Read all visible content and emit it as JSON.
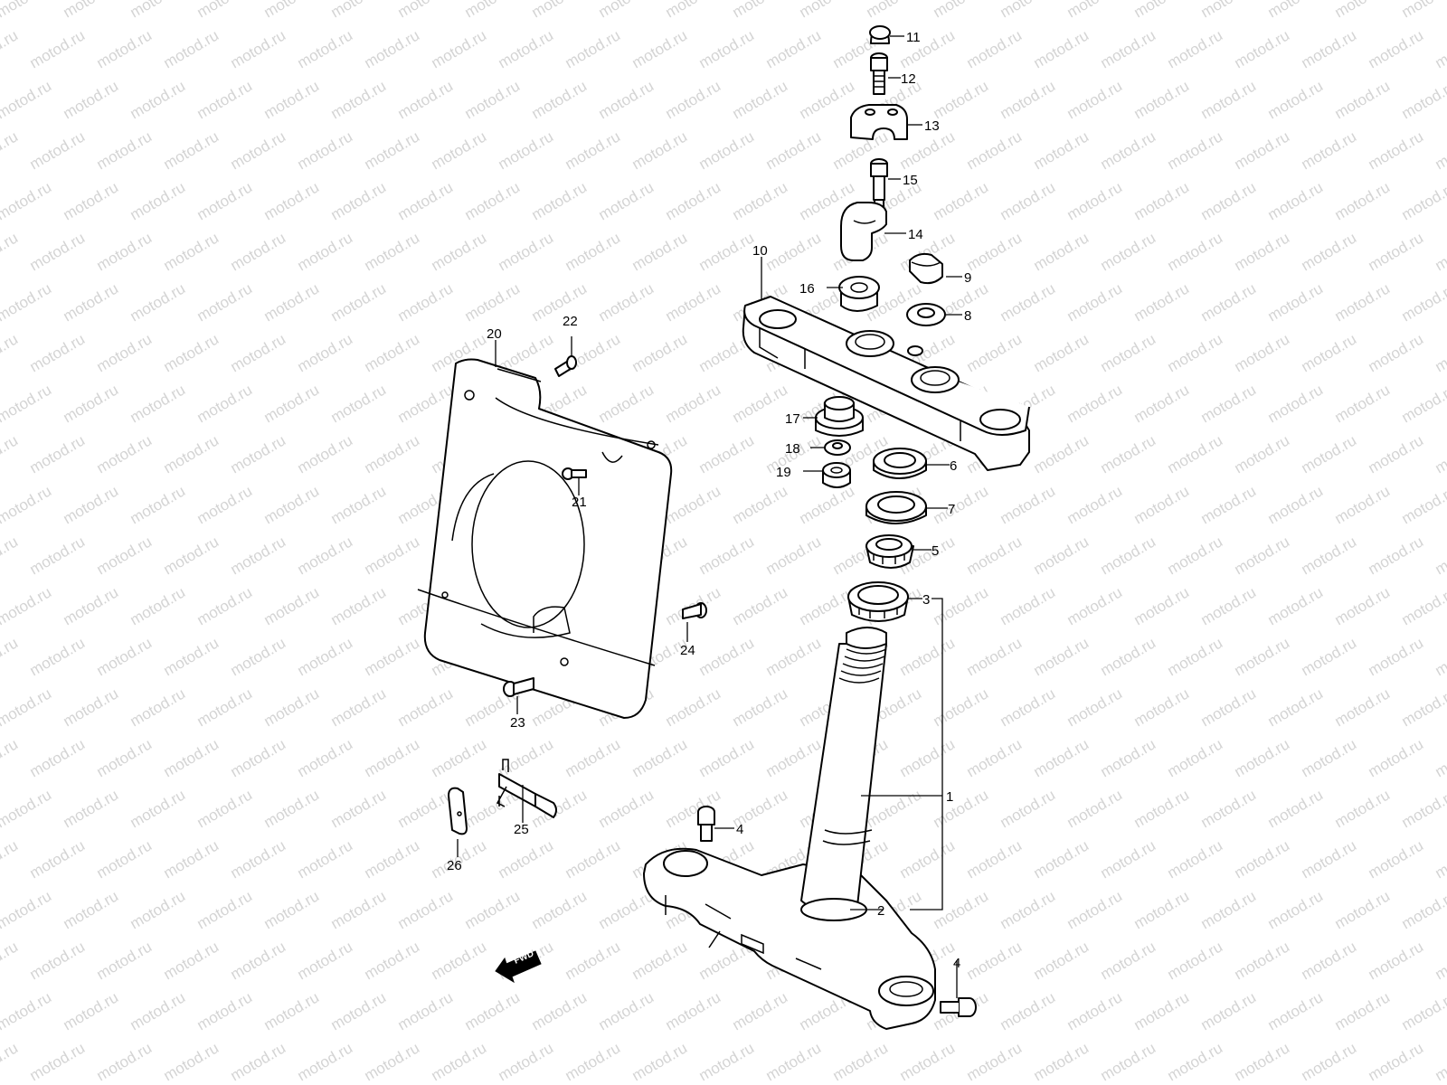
{
  "watermark": "motod.ru",
  "fwd_label": "FWD",
  "labels": [
    "1",
    "2",
    "3",
    "4",
    "4",
    "5",
    "6",
    "7",
    "8",
    "9",
    "10",
    "11",
    "12",
    "13",
    "14",
    "15",
    "16",
    "17",
    "18",
    "19",
    "20",
    "21",
    "22",
    "23",
    "24",
    "25",
    "26"
  ]
}
